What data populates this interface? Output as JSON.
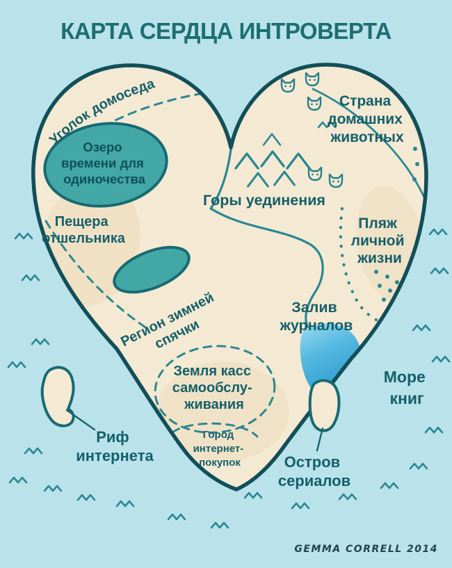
{
  "title": "КАРТА СЕРДЦА ИНТРОВЕРТА",
  "signature": "GEMMA CORRELL 2014",
  "colors": {
    "background": "#b9e2ea",
    "heart_fill": "#f4e9d3",
    "outline": "#124f59",
    "teal_linework": "#2a8791",
    "lake_fill": "#43a7a6",
    "bay_fill": "#3fa8d6",
    "title_color": "#1d6e72",
    "label_color": "#145f69"
  },
  "regions": {
    "homebody_corner": {
      "label": "Уголок домоседа"
    },
    "solitude_lake": {
      "lines": [
        "Озеро",
        "времени для",
        "одиночества"
      ]
    },
    "hermit_cave": {
      "lines": [
        "Пещера",
        "отшельника"
      ]
    },
    "solitude_mountains": {
      "label": "Горы уединения"
    },
    "pets_land": {
      "lines": [
        "Страна",
        "домашних",
        "животных"
      ]
    },
    "private_life_beach": {
      "lines": [
        "Пляж",
        "личной",
        "жизни"
      ]
    },
    "hibernation_region": {
      "lines": [
        "Регион зимней",
        "спячки"
      ]
    },
    "magazines_bay": {
      "lines": [
        "Залив",
        "журналов"
      ]
    },
    "self_checkout_land": {
      "lines": [
        "Земля касс",
        "самообслу-",
        "живания"
      ]
    },
    "online_shopping_city": {
      "lines": [
        "Город",
        "интернет-",
        "покупок"
      ]
    },
    "internet_reef": {
      "lines": [
        "Риф",
        "интернета"
      ]
    },
    "series_island": {
      "lines": [
        "Остров",
        "сериалов"
      ]
    },
    "books_sea": {
      "lines": [
        "Море",
        "книг"
      ]
    }
  },
  "icons": {
    "sea-wave-icon": "double-peak zigzag",
    "mountain-peak-icon": "open triangle caret",
    "cat-face-icon": "cat head outline with ears and dot eyes"
  }
}
